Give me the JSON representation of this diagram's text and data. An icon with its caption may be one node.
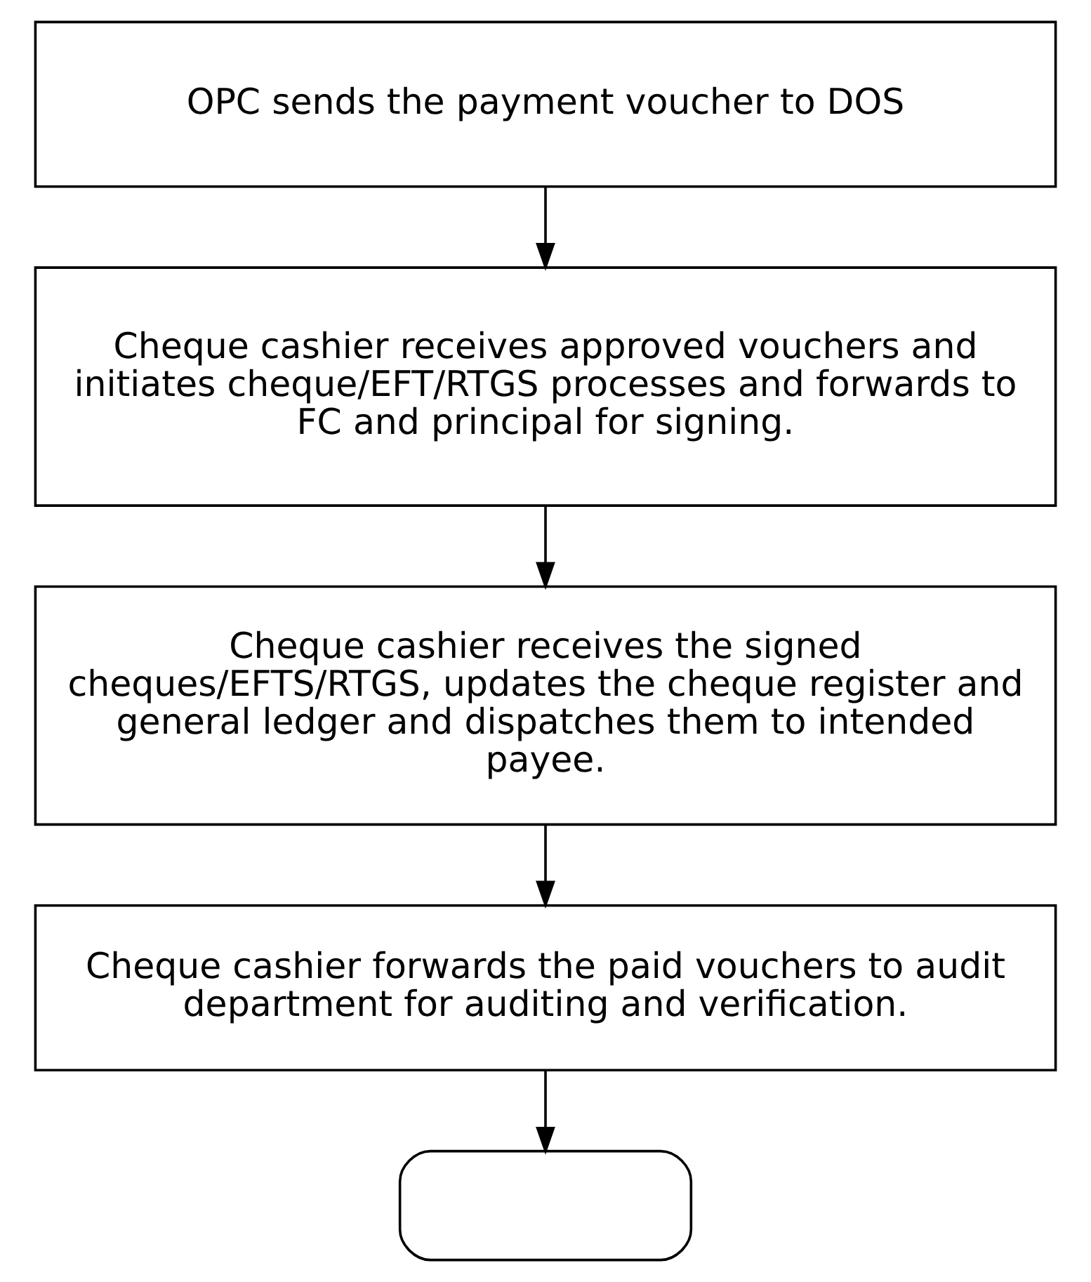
{
  "diagram": {
    "nodes": [
      {
        "text": [
          "OPC sends the payment voucher to DOS"
        ]
      },
      {
        "text": [
          "Cheque cashier receives approved vouchers and initiates cheque/EFT/RTGS processes and forwards to FC and principal for signing."
        ]
      },
      {
        "text": [
          "Cheque cashier receives the signed cheques/EFTS/RTGS, updates the cheque register and general ledger and dispatches them to intended payee."
        ]
      },
      {
        "text": [
          "Cheque cashier forwards the paid vouchers to audit department for auditing and verification."
        ]
      },
      {
        "text": [],
        "shape": "capsule"
      }
    ],
    "edges": [
      {
        "from": 0,
        "to": 1,
        "arrow": "to"
      },
      {
        "from": 1,
        "to": 2,
        "arrow": "to"
      },
      {
        "from": 2,
        "to": 3,
        "arrow": "to"
      },
      {
        "from": 3,
        "to": 4,
        "arrow": "to"
      }
    ]
  }
}
